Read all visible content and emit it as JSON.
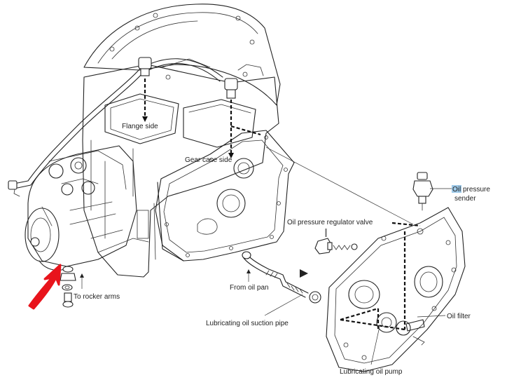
{
  "labels": {
    "flange_side": "Flange side",
    "gear_case_side": "Gear case side",
    "oil_pressure_sender_line1": "Oil pressure",
    "oil_pressure_sender_line2": "sender",
    "oil_pressure_regulator_valve": "Oil pressure regulator valve",
    "from_oil_pan": "From oil pan",
    "to_rocker_arms": "To rocker arms",
    "lubricating_oil_suction_pipe": "Lubricating oil suction pipe",
    "oil_filter": "Oil filter",
    "lubricating_oil_pump": "Lubricating oil pump"
  },
  "highlight": {
    "sender_word_color": "#9ec9e8",
    "annotation_arrow_color": "#e8141c"
  }
}
